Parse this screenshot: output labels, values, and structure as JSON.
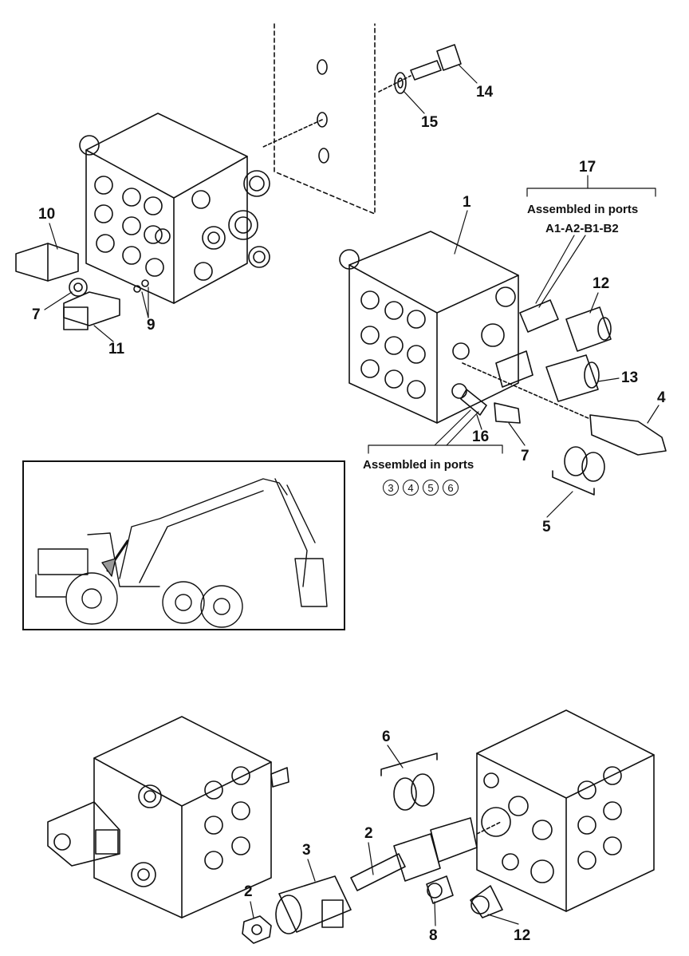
{
  "diagram": {
    "callouts": [
      {
        "key": "c14",
        "label": "14"
      },
      {
        "key": "c15",
        "label": "15"
      },
      {
        "key": "c17",
        "label": "17"
      },
      {
        "key": "c1",
        "label": "1"
      },
      {
        "key": "c10",
        "label": "10"
      },
      {
        "key": "c12a",
        "label": "12"
      },
      {
        "key": "c7a",
        "label": "7"
      },
      {
        "key": "c9",
        "label": "9"
      },
      {
        "key": "c11",
        "label": "11"
      },
      {
        "key": "c13",
        "label": "13"
      },
      {
        "key": "c4",
        "label": "4"
      },
      {
        "key": "c16",
        "label": "16"
      },
      {
        "key": "c7b",
        "label": "7"
      },
      {
        "key": "c5",
        "label": "5"
      },
      {
        "key": "c6",
        "label": "6"
      },
      {
        "key": "c2a",
        "label": "2"
      },
      {
        "key": "c3",
        "label": "3"
      },
      {
        "key": "c2b",
        "label": "2"
      },
      {
        "key": "c8",
        "label": "8"
      },
      {
        "key": "c12b",
        "label": "12"
      }
    ],
    "note_17": {
      "line1": "Assembled in ports",
      "line2": "A1-A2-B1-B2"
    },
    "note_16": {
      "line1": "Assembled in ports",
      "ports": [
        "3",
        "4",
        "5",
        "6"
      ]
    }
  }
}
